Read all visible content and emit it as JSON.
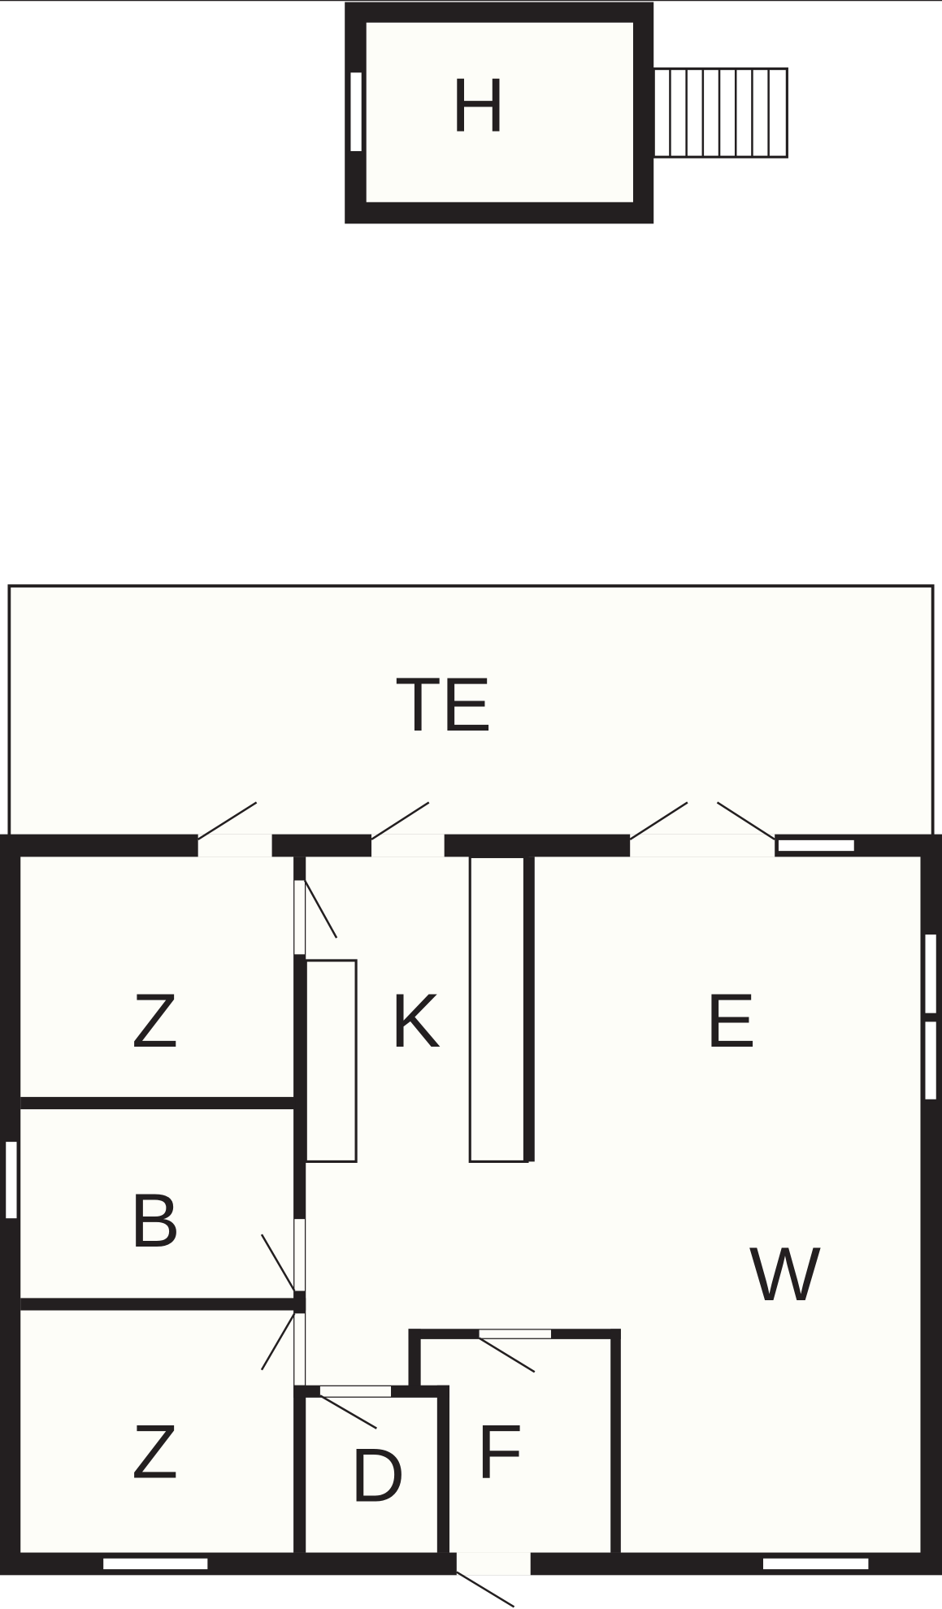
{
  "title": "Floor plan",
  "colors": {
    "wall": "#231f20",
    "floor": "#fdfdf8",
    "background": "#ffffff"
  },
  "rooms": {
    "h": "H",
    "te": "TE",
    "z_top": "Z",
    "k": "K",
    "e": "E",
    "b": "B",
    "w": "W",
    "z_bottom": "Z",
    "d": "D",
    "f": "F"
  }
}
